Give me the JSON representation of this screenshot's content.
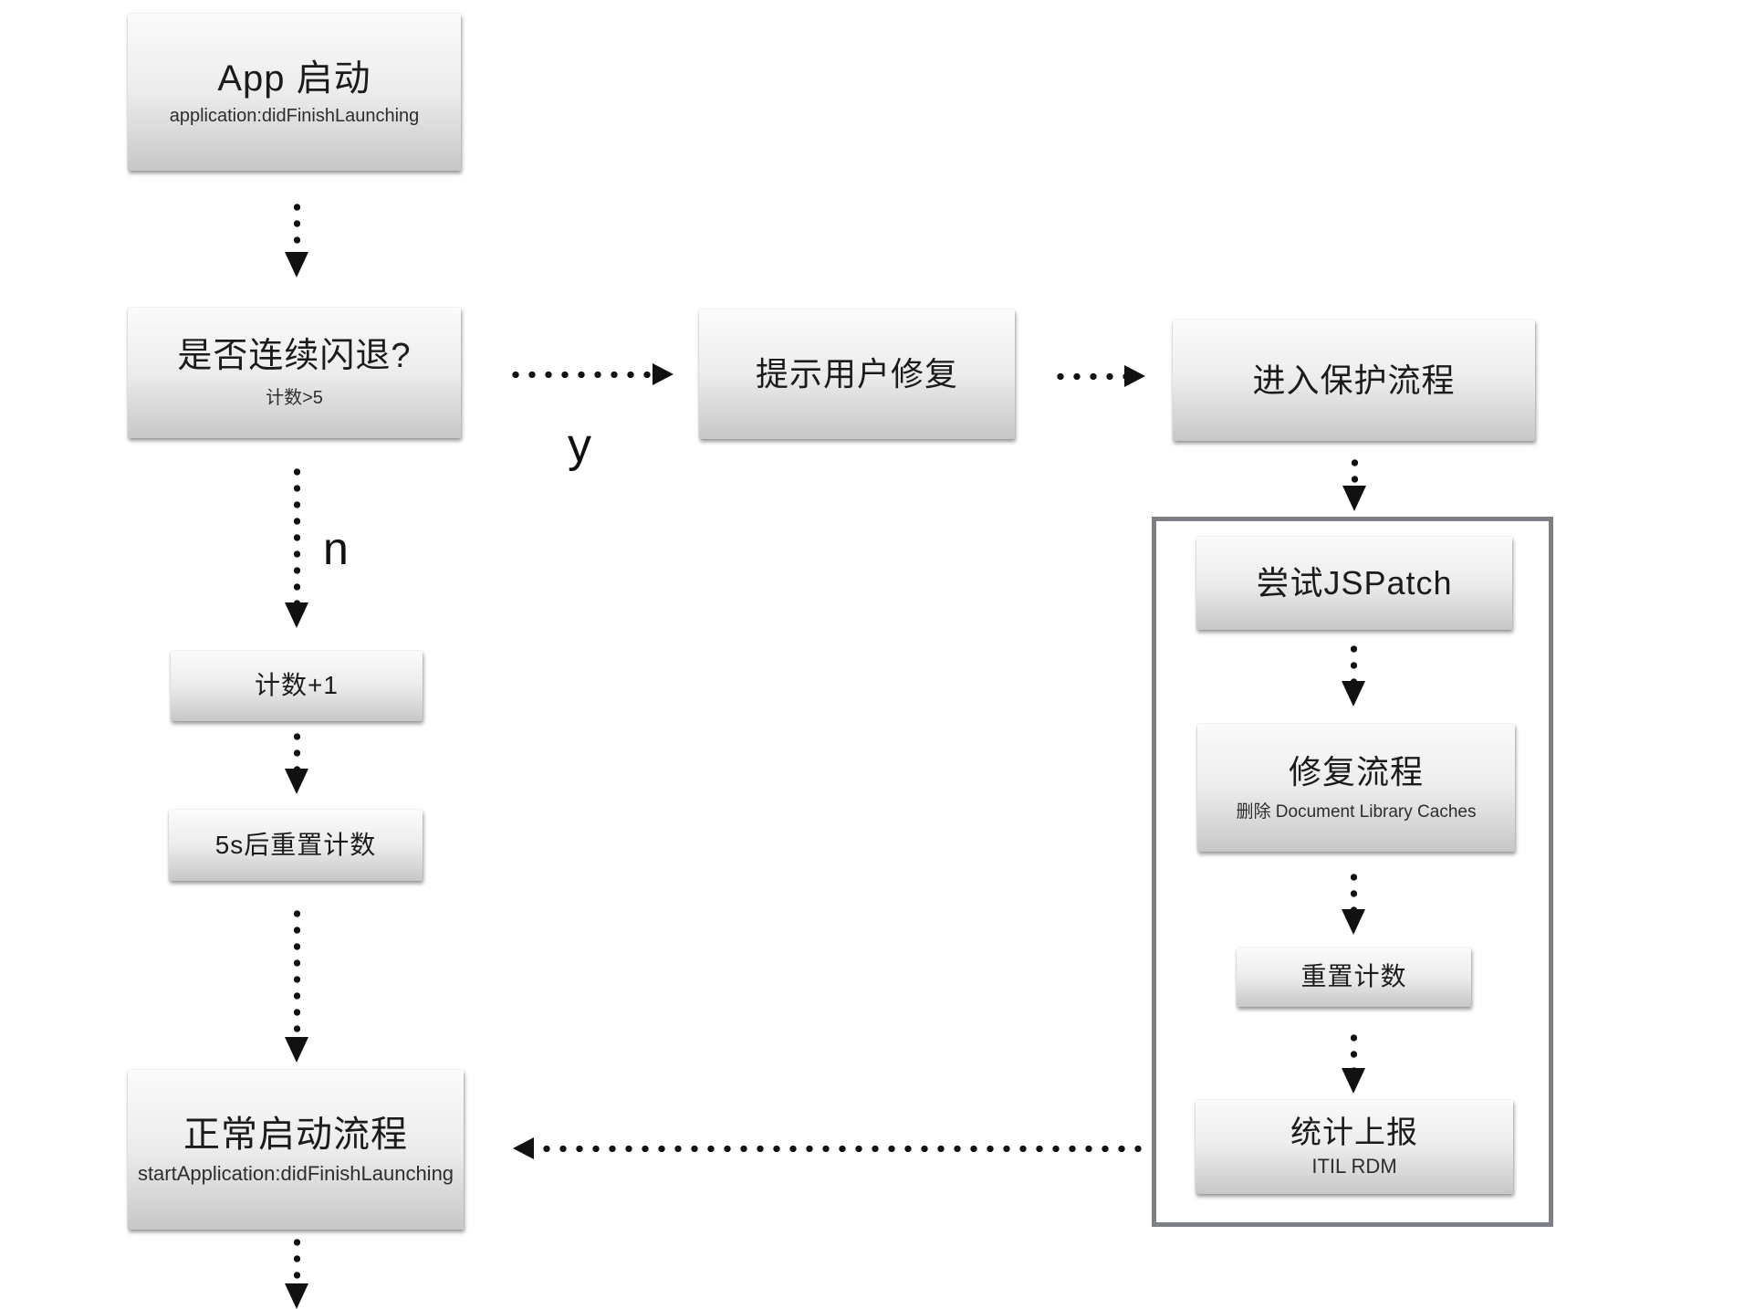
{
  "diagram": {
    "nodes": {
      "app_launch": {
        "title": "App 启动",
        "subtitle": "application:didFinishLaunching"
      },
      "crash_check": {
        "title": "是否连续闪退?",
        "subtitle": "计数>5"
      },
      "prompt_user": {
        "title": "提示用户修复"
      },
      "protect_flow": {
        "title": "进入保护流程"
      },
      "try_jspatch": {
        "title": "尝试JSPatch"
      },
      "repair_flow": {
        "title": "修复流程",
        "subtitle": "删除 Document Library Caches"
      },
      "reset_count": {
        "title": "重置计数"
      },
      "report": {
        "title": "统计上报",
        "subtitle": "ITIL RDM"
      },
      "count_plus": {
        "title": "计数+1"
      },
      "reset_after_5s": {
        "title": "5s后重置计数"
      },
      "normal_launch": {
        "title": "正常启动流程",
        "subtitle": "startApplication:didFinishLaunching"
      }
    },
    "labels": {
      "yes": "y",
      "no": "n"
    },
    "colors": {
      "box_gradient_top": "#fbfbfb",
      "box_gradient_bottom": "#c7c7c7",
      "group_border": "#7d8185",
      "arrow": "#111111",
      "background": "#ffffff"
    }
  }
}
